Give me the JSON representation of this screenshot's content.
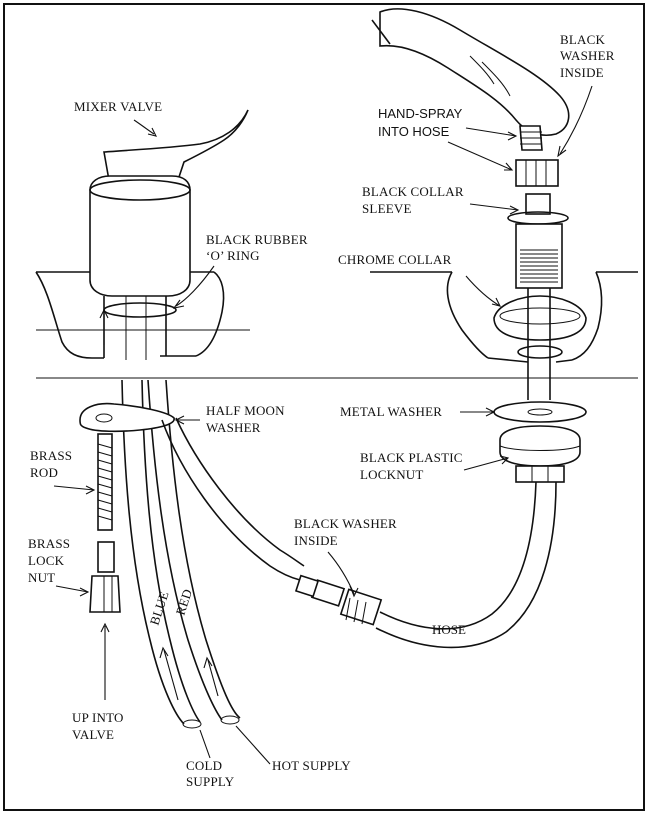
{
  "labels": {
    "mixer_valve": "MIXER VALVE",
    "black_rubber_line1": "BLACK RUBBER",
    "black_rubber_line2": "‘O’ RING",
    "black_washer_top_1": "BLACK",
    "black_washer_top_2": "WASHER",
    "black_washer_top_3": "INSIDE",
    "hand_spray_1": "HAND-SPRAY",
    "hand_spray_2": "INTO HOSE",
    "black_collar_1": "BLACK COLLAR",
    "black_collar_2": "SLEEVE",
    "chrome_collar": "CHROME COLLAR",
    "half_moon_1": "HALF MOON",
    "half_moon_2": "WASHER",
    "metal_washer": "METAL WASHER",
    "black_plastic_1": "BLACK PLASTIC",
    "black_plastic_2": "LOCKNUT",
    "brass_rod_1": "BRASS",
    "brass_rod_2": "ROD",
    "brass_lock_1": "BRASS",
    "brass_lock_2": "LOCK",
    "brass_lock_3": "NUT",
    "black_washer_hose_1": "BLACK WASHER",
    "black_washer_hose_2": "INSIDE",
    "hose": "HOSE",
    "up_into_1": "UP INTO",
    "up_into_2": "VALVE",
    "cold_1": "COLD",
    "cold_2": "SUPPLY",
    "hot_supply": "HOT SUPPLY",
    "blue_pipe": "BLUE",
    "red_pipe": "RED"
  }
}
